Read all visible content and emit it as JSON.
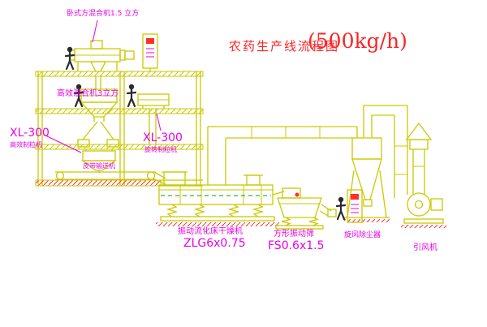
{
  "title": {
    "cn": "农药生产线流程图",
    "capacity": "(500kg/h)"
  },
  "labels": {
    "top_mixer": "卧式方混合机1.5 立方",
    "mixer2": "高效混合机3立方",
    "xl300_left": {
      "model": "XL-300",
      "name": "高效制粒机"
    },
    "xl300_center": {
      "model": "XL-300",
      "name": "旋转制粒机"
    },
    "belt": "皮带输送机",
    "dryer": {
      "name": "振动流化床干燥机",
      "model": "ZLG6x0.75"
    },
    "sieve": {
      "name": "方形振动筛",
      "model": "FS0.6x1.5"
    },
    "cyclone": "旋风除尘器",
    "fan": "引风机"
  },
  "colors": {
    "line": "#c9c900",
    "label_magenta": "#e800e8",
    "title_red": "#ff2222",
    "hatch_red": "#ff3030",
    "green_dash": "#00a000",
    "figure_dark": "#2a2a2a",
    "background": "#ffffff"
  }
}
